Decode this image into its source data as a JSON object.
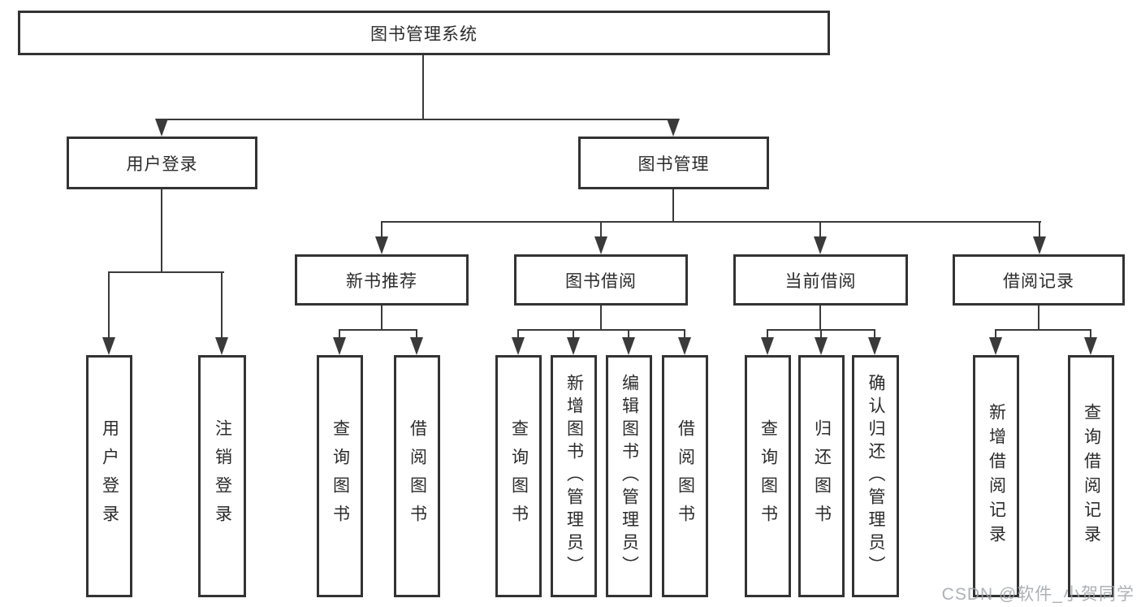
{
  "diagram": {
    "title": "图书管理系统",
    "watermark": "CSDN @软件_小贺同学",
    "colors": {
      "line": "#3a3a3a",
      "box_border": "#333333",
      "text": "#2b2b2b",
      "watermark": "#9ea3a8",
      "background": "#ffffff"
    },
    "nodes": {
      "root": {
        "label": "图书管理系统"
      },
      "user_login_group": {
        "label": "用户登录"
      },
      "book_mgmt": {
        "label": "图书管理"
      },
      "new_book_rec": {
        "label": "新书推荐"
      },
      "book_borrow": {
        "label": "图书借阅"
      },
      "current_borrow": {
        "label": "当前借阅"
      },
      "borrow_records": {
        "label": "借阅记录"
      },
      "leaf_user_login": {
        "label": "用户登录"
      },
      "leaf_logout": {
        "label": "注销登录"
      },
      "leaf_nb_query": {
        "label": "查询图书"
      },
      "leaf_nb_borrow": {
        "label": "借阅图书"
      },
      "leaf_bb_query": {
        "label": "查询图书"
      },
      "leaf_bb_add": {
        "label": "新增图书（管理员）"
      },
      "leaf_bb_edit": {
        "label": "编辑图书（管理员）"
      },
      "leaf_bb_borrow": {
        "label": "借阅图书"
      },
      "leaf_cb_query": {
        "label": "查询图书"
      },
      "leaf_cb_return": {
        "label": "归还图书"
      },
      "leaf_cb_confirm": {
        "label": "确认归还（管理员）"
      },
      "leaf_br_add": {
        "label": "新增借阅记录"
      },
      "leaf_br_query": {
        "label": "查询借阅记录"
      }
    }
  }
}
